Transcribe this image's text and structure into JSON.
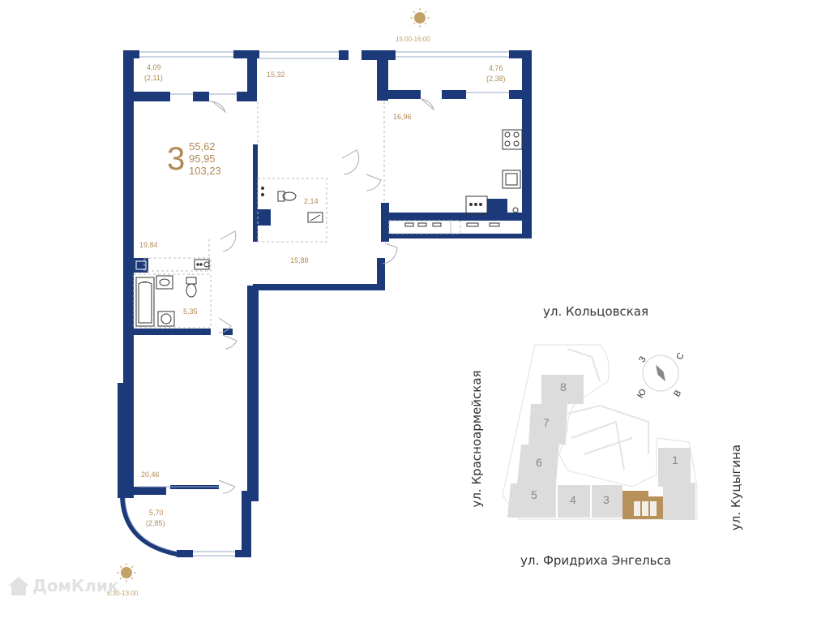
{
  "colors": {
    "wall": "#1c3a7a",
    "accent": "#b08a55",
    "sun": "#c4a168",
    "building": "#dcdcdc",
    "building_active": "#b8905a"
  },
  "apartment": {
    "rooms": "3",
    "living_area": "55,62",
    "total_area": "95,95",
    "area_with_balconies": "103,23"
  },
  "room_areas": {
    "balcony_top_left": "4,09",
    "balcony_top_left_reduced": "(2,11)",
    "top_middle": "15,32",
    "balcony_top_right": "4,76",
    "balcony_top_right_reduced": "(2,38)",
    "kitchen": "16,96",
    "wc": "2,14",
    "bedroom": "19,84",
    "hall": "15,88",
    "bathroom": "5,35",
    "living_room": "20,46",
    "balcony_bottom": "5,70",
    "balcony_bottom_reduced": "(2,85)"
  },
  "sun": {
    "top_time": "15:00-16:00",
    "bottom_time": "6:30-13:00"
  },
  "streets": {
    "north": "ул. Кольцовская",
    "west": "ул. Красноармейская",
    "east": "ул. Куцыгина",
    "south": "ул. Фридриха Энгельса"
  },
  "compass": {
    "n": "С",
    "s": "Ю",
    "w": "З",
    "e": "В"
  },
  "buildings": [
    "8",
    "7",
    "6",
    "5",
    "4",
    "3",
    "1"
  ],
  "watermark": "ДомКлик",
  "icons": [
    "sun-icon",
    "compass-icon",
    "stove-icon",
    "sink-icon",
    "toilet-icon",
    "bathtub-icon",
    "washing-machine-icon"
  ]
}
